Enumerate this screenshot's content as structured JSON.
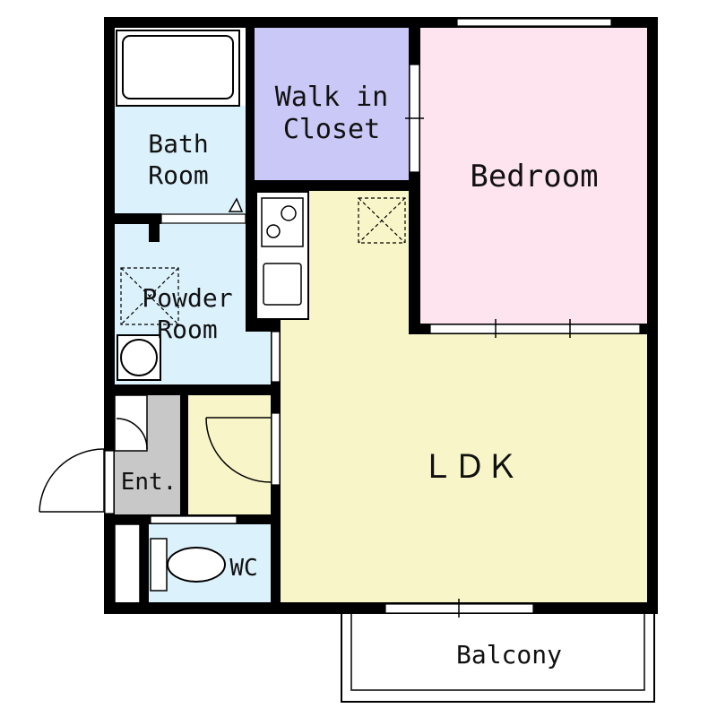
{
  "rooms": {
    "bath": {
      "label_line1": "Bath",
      "label_line2": "Room",
      "color": "#dbf1fb"
    },
    "walk_in_closet": {
      "label_line1": "Walk in",
      "label_line2": "Closet",
      "color": "#c9c8f7"
    },
    "bedroom": {
      "label": "Bedroom",
      "color": "#fde4ee"
    },
    "powder": {
      "label_line1": "Powder",
      "label_line2": "Room",
      "color": "#dbf1fb"
    },
    "ldk": {
      "label": "ＬＤＫ",
      "color": "#f8f6c8"
    },
    "entrance": {
      "label": "Ent.",
      "color": "#c8c8c8"
    },
    "wc": {
      "label": "WC",
      "color": "#dbf1fb"
    },
    "balcony": {
      "label": "Balcony",
      "color": "#ffffff"
    }
  },
  "wall_color": "#000000"
}
